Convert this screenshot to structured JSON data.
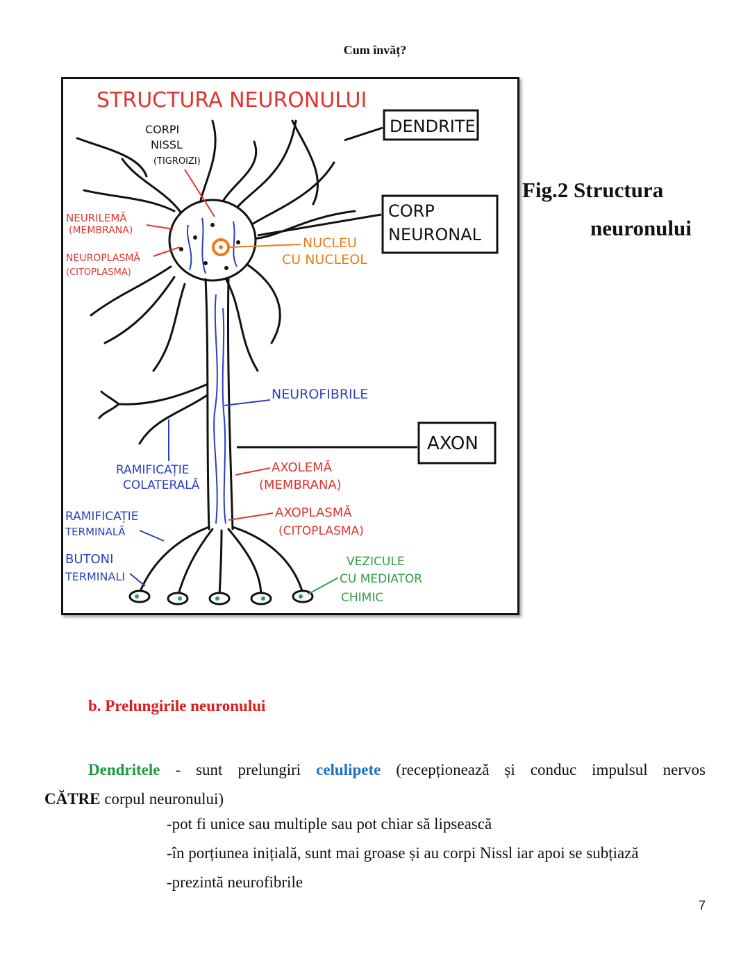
{
  "header": {
    "title": "Cum învăț?"
  },
  "figure": {
    "drawing_title": "STRUCTURA NEURONULUI",
    "labels": {
      "corpi_1": "CORPI",
      "corpi_2": "NISSL",
      "corpi_3": "(TIGROIZI)",
      "dendrite": "DENDRITE",
      "neurilema_1": "NEURILEMĂ",
      "neurilema_2": "(MEMBRANA)",
      "neuroplasma_1": "NEUROPLASMĂ",
      "neuroplasma_2": "(CITOPLASMA)",
      "corp_1": "CORP",
      "corp_2": "NEURONAL",
      "nucleu_1": "NUCLEU",
      "nucleu_2": "CU NUCLEOL",
      "neurofibrile": "NEUROFIBRILE",
      "axon": "AXON",
      "ram_col_1": "RAMIFICAȚIE",
      "ram_col_2": "COLATERALĂ",
      "axolema_1": "AXOLEMĂ",
      "axolema_2": "(MEMBRANA)",
      "ram_term_1": "RAMIFICAȚIE",
      "ram_term_2": "TERMINALĂ",
      "axoplasma_1": "AXOPLASMĂ",
      "axoplasma_2": "(CITOPLASMA)",
      "butoni_1": "BUTONI",
      "butoni_2": "TERMINALI",
      "vezicule_1": "VEZICULE",
      "vezicule_2": "CU MEDIATOR",
      "vezicule_3": "CHIMIC"
    },
    "colors": {
      "red": "#e0342e",
      "blue": "#2a3fbf",
      "orange": "#f07a1a",
      "green": "#2f9e47"
    }
  },
  "caption": {
    "line1": "Fig.2 Structura",
    "line2": "neuronului"
  },
  "section": {
    "title": "b.  Prelungirile neuronului"
  },
  "paragraph": {
    "w1": "Dendritele",
    "w2": "-",
    "w3": "sunt",
    "w4": "prelungiri",
    "w5": "celulipete",
    "w6": "(recepționează",
    "w7": "și",
    "w8": "conduc",
    "w9": "impulsul",
    "w10": "nervos",
    "strong": "CĂTRE",
    "rest": " corpul neuronului)"
  },
  "bullets": [
    "-pot fi unice sau multiple sau pot chiar să lipsească",
    "-în porțiunea inițială, sunt mai groase și au corpi Nissl iar apoi se subțiază",
    "-prezintă neurofibrile"
  ],
  "page_number": "7"
}
